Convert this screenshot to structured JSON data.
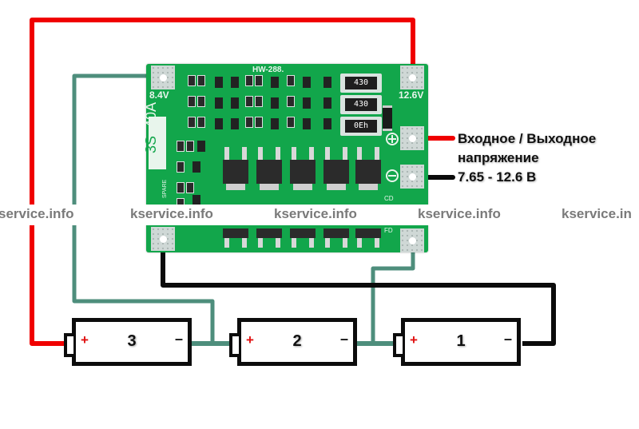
{
  "board": {
    "model": "HW-288.",
    "config": "3S",
    "current": "40A",
    "pad_labels": {
      "b1": "8.4V",
      "bplus": "12.6V",
      "cd": "CD",
      "fd": "FD"
    },
    "resistor_codes": [
      "430",
      "430",
      "0Eh"
    ],
    "side_marking": "SPARE"
  },
  "io_label": {
    "line1": "Входное / Выходное",
    "line2": "напряжение",
    "line3": "7.65 - 12.6 В"
  },
  "batteries": [
    {
      "number": "3",
      "plus": "+",
      "minus": "–"
    },
    {
      "number": "2",
      "plus": "+",
      "minus": "–"
    },
    {
      "number": "1",
      "plus": "+",
      "minus": "–"
    }
  ],
  "watermark": [
    "service.info",
    "kservice.info",
    "kservice.info",
    "kservice.info",
    "kservice.in"
  ],
  "colors": {
    "positive_wire": "#f00000",
    "balance_wire": "#4e8e7c",
    "negative_wire": "#0b0b0b",
    "pcb": "#12a64b"
  }
}
